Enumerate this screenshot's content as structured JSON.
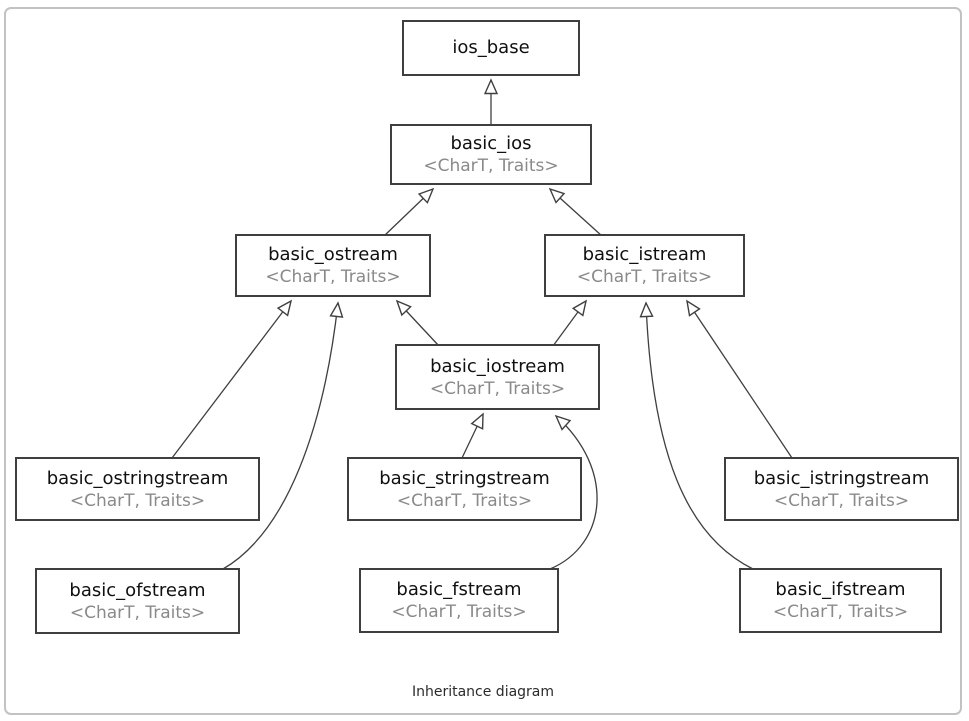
{
  "caption": "Inheritance diagram",
  "colors": {
    "box_border": "#3f3f3f",
    "class_text": "#101010",
    "param_text": "#8a8a8a",
    "arrow": "#3f3f3f",
    "page_border": "#c2c2c2",
    "background": "#ffffff"
  },
  "nodes": [
    {
      "id": "ios_base",
      "label": "ios_base",
      "params": ""
    },
    {
      "id": "basic_ios",
      "label": "basic_ios",
      "params": "<CharT, Traits>"
    },
    {
      "id": "basic_ostream",
      "label": "basic_ostream",
      "params": "<CharT, Traits>"
    },
    {
      "id": "basic_istream",
      "label": "basic_istream",
      "params": "<CharT, Traits>"
    },
    {
      "id": "basic_iostream",
      "label": "basic_iostream",
      "params": "<CharT, Traits>"
    },
    {
      "id": "basic_ostringstream",
      "label": "basic_ostringstream",
      "params": "<CharT, Traits>"
    },
    {
      "id": "basic_stringstream",
      "label": "basic_stringstream",
      "params": "<CharT, Traits>"
    },
    {
      "id": "basic_istringstream",
      "label": "basic_istringstream",
      "params": "<CharT, Traits>"
    },
    {
      "id": "basic_ofstream",
      "label": "basic_ofstream",
      "params": "<CharT, Traits>"
    },
    {
      "id": "basic_fstream",
      "label": "basic_fstream",
      "params": "<CharT, Traits>"
    },
    {
      "id": "basic_ifstream",
      "label": "basic_ifstream",
      "params": "<CharT, Traits>"
    }
  ],
  "edges": [
    {
      "from": "basic_ios",
      "to": "ios_base"
    },
    {
      "from": "basic_ostream",
      "to": "basic_ios"
    },
    {
      "from": "basic_istream",
      "to": "basic_ios"
    },
    {
      "from": "basic_iostream",
      "to": "basic_ostream"
    },
    {
      "from": "basic_iostream",
      "to": "basic_istream"
    },
    {
      "from": "basic_ostringstream",
      "to": "basic_ostream"
    },
    {
      "from": "basic_ofstream",
      "to": "basic_ostream"
    },
    {
      "from": "basic_stringstream",
      "to": "basic_iostream"
    },
    {
      "from": "basic_fstream",
      "to": "basic_iostream"
    },
    {
      "from": "basic_istringstream",
      "to": "basic_istream"
    },
    {
      "from": "basic_ifstream",
      "to": "basic_istream"
    }
  ]
}
